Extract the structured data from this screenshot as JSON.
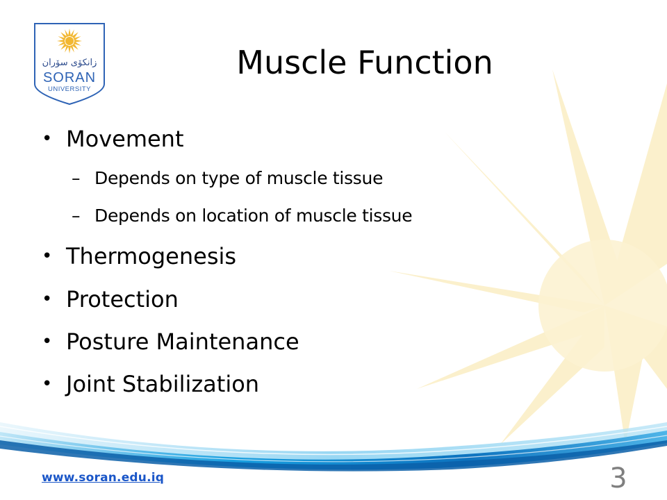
{
  "logo": {
    "icon": "sun-icon",
    "arabic_text": "زانكۆی سۆران",
    "name": "SORAN",
    "subtitle": "UNIVERSITY"
  },
  "title": "Muscle Function",
  "bullets": [
    {
      "text": "Movement",
      "sub": [
        "Depends on type of muscle tissue",
        "Depends on location of muscle tissue"
      ]
    },
    {
      "text": "Thermogenesis"
    },
    {
      "text": "Protection"
    },
    {
      "text": "Posture Maintenance"
    },
    {
      "text": "Joint Stabilization"
    }
  ],
  "bullet_char": "•",
  "sub_bullet_char": "–",
  "footer": {
    "url": "www.soran.edu.iq",
    "page_number": "3"
  },
  "colors": {
    "sun_rays": "#fbeec4",
    "logo_blue": "#2e63b5",
    "link_blue": "#1a56c8",
    "page_number_gray": "#7f7f7f",
    "band_blue": "#1e8fd6"
  }
}
